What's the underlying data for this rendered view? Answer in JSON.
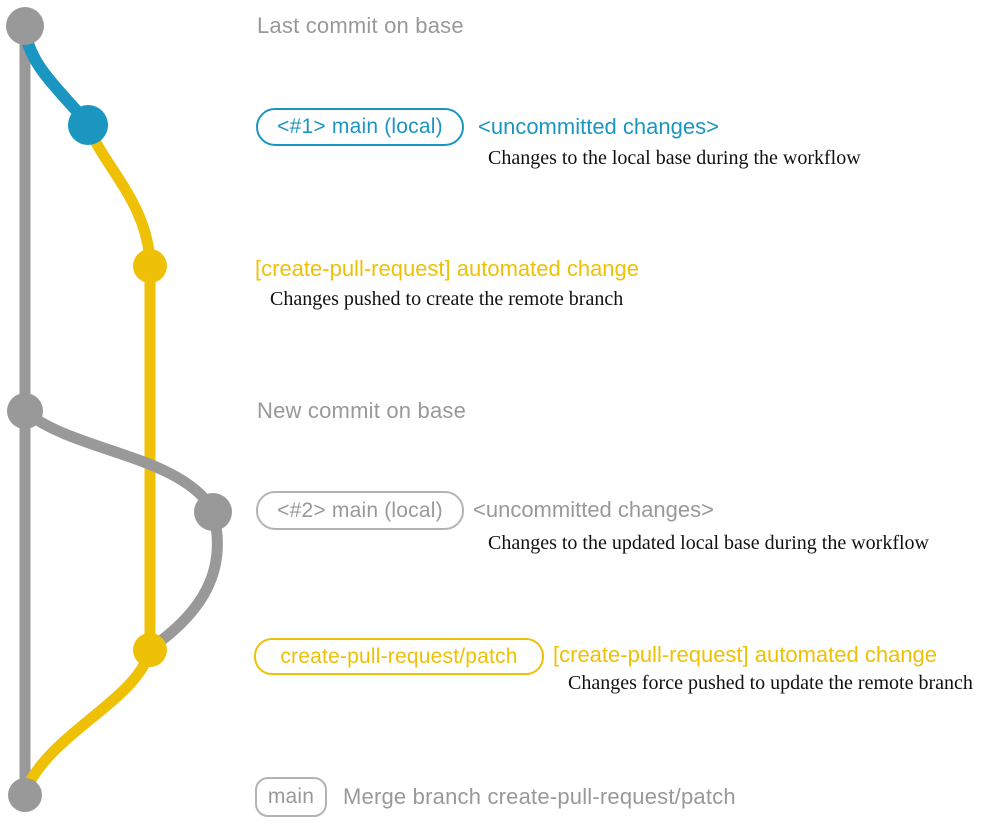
{
  "colors": {
    "gray": "#999999",
    "blue": "#1b96c1",
    "yellow": "#eec106",
    "description_text": "#111111"
  },
  "annotations": {
    "last_commit_label": "Last commit on base",
    "row1": {
      "branch_pill": "<#1> main (local)",
      "status": "<uncommitted changes>",
      "description": "Changes to the local base during the workflow"
    },
    "row2": {
      "commit_title": "[create-pull-request] automated change",
      "description": "Changes pushed to create the remote branch"
    },
    "new_commit_label": "New commit on base",
    "row3": {
      "branch_pill": "<#2> main (local)",
      "status": "<uncommitted changes>",
      "description": "Changes to the updated local base during the workflow"
    },
    "row4": {
      "branch_pill": "create-pull-request/patch",
      "commit_title": "[create-pull-request] automated change",
      "description": "Changes force pushed to update the remote branch"
    },
    "row5": {
      "branch_pill": "main",
      "commit_title": "Merge branch create-pull-request/patch"
    }
  },
  "graph": {
    "branches": [
      {
        "name": "base",
        "color_key": "gray"
      },
      {
        "name": "main (local)",
        "color_key": "blue"
      },
      {
        "name": "create-pull-request/patch",
        "color_key": "yellow"
      }
    ],
    "commits": [
      {
        "name": "last-commit-on-base",
        "branch": "base"
      },
      {
        "name": "uncommitted-changes-1",
        "branch": "main (local)"
      },
      {
        "name": "automated-change-1",
        "branch": "create-pull-request/patch"
      },
      {
        "name": "new-commit-on-base",
        "branch": "base"
      },
      {
        "name": "uncommitted-changes-2",
        "branch": "main (local)"
      },
      {
        "name": "automated-change-2",
        "branch": "create-pull-request/patch"
      },
      {
        "name": "merge-commit",
        "branch": "base"
      }
    ]
  }
}
